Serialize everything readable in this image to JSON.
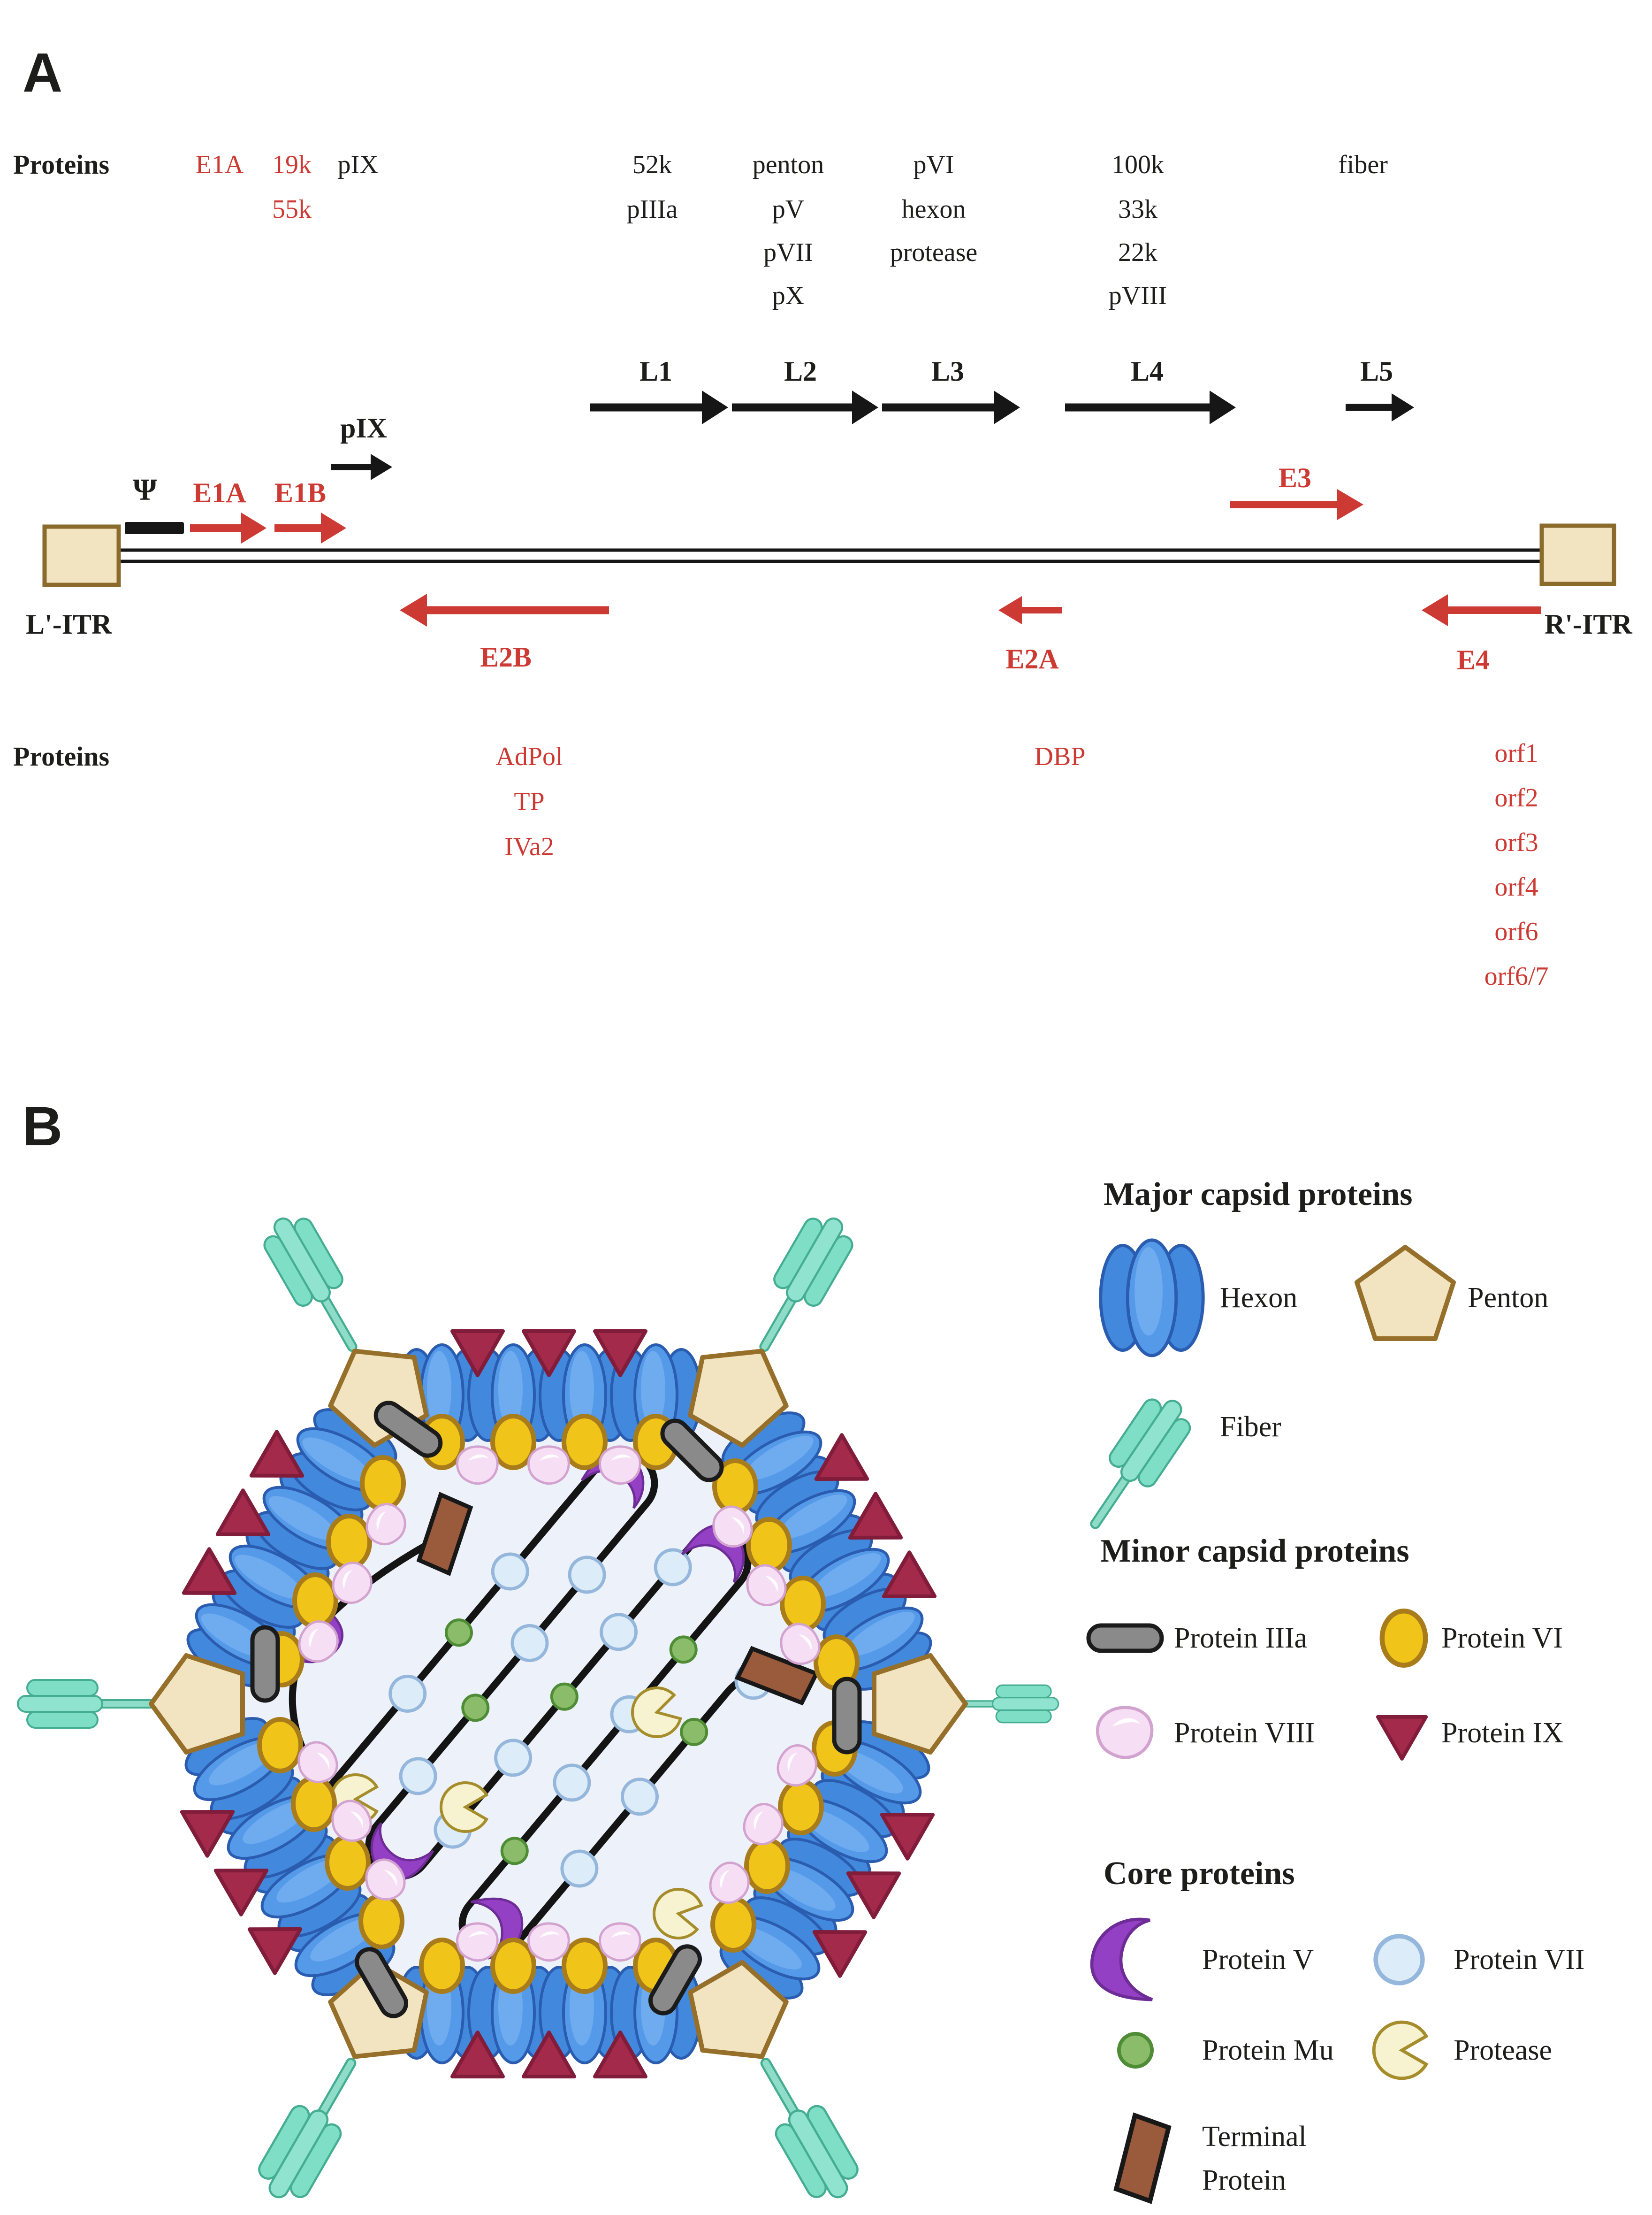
{
  "colors": {
    "gene_red": "#cd3a33",
    "text_black": "#1d1d1b",
    "hexon_blue": "#4289dd",
    "penton_tan": "#f2e4c0",
    "fiber_teal": "#8fdcc8",
    "protein_vi_gold": "#f0c419",
    "protein_viii_pink": "#f6def5",
    "protein_ix_maroon": "#a32a4b",
    "protein_iiia_gray": "#8a8a8a",
    "protein_v_purple": "#9440c4",
    "protein_vii_blue": "#dcecf9",
    "protein_mu_green": "#8abc69",
    "protease_cream": "#f7f2d0",
    "terminal_brown": "#9a5a3c",
    "itr_tan": "#f2e4c0"
  },
  "panelA": {
    "label": "A",
    "proteins_row_label": "Proteins",
    "proteins_bottom_label": "Proteins",
    "e1a_protein": "E1A",
    "e1b_proteins": [
      "19k",
      "55k"
    ],
    "pix_protein": "pIX",
    "l1_proteins": [
      "52k",
      "pIIIa"
    ],
    "l2_proteins": [
      "penton",
      "pV",
      "pVII",
      "pX"
    ],
    "l3_proteins": [
      "pVI",
      "hexon",
      "protease"
    ],
    "l4_proteins": [
      "100k",
      "33k",
      "22k",
      "pVIII"
    ],
    "l5_protein": "fiber",
    "psi": "Ψ",
    "genes": {
      "e1a": "E1A",
      "e1b": "E1B",
      "pix": "pIX",
      "l1": "L1",
      "l2": "L2",
      "l3": "L3",
      "l4": "L4",
      "l5": "L5",
      "e2b": "E2B",
      "e2a": "E2A",
      "e3": "E3",
      "e4": "E4"
    },
    "left_itr": "L'-ITR",
    "right_itr": "R'-ITR",
    "e2b_proteins": [
      "AdPol",
      "TP",
      "IVa2"
    ],
    "e2a_protein": "DBP",
    "e4_proteins": [
      "orf1",
      "orf2",
      "orf3",
      "orf4",
      "orf6",
      "orf6/7"
    ]
  },
  "panelB": {
    "label": "B",
    "legend": {
      "major_title": "Major capsid proteins",
      "hexon": "Hexon",
      "penton": "Penton",
      "fiber": "Fiber",
      "minor_title": "Minor capsid proteins",
      "protein_iiia": "Protein IIIa",
      "protein_vi": "Protein VI",
      "protein_viii": "Protein VIII",
      "protein_ix": "Protein IX",
      "core_title": "Core proteins",
      "protein_v": "Protein V",
      "protein_vii": "Protein VII",
      "protein_mu": "Protein Mu",
      "protease": "Protease",
      "terminal_line1": "Terminal",
      "terminal_line2": "Protein"
    }
  }
}
